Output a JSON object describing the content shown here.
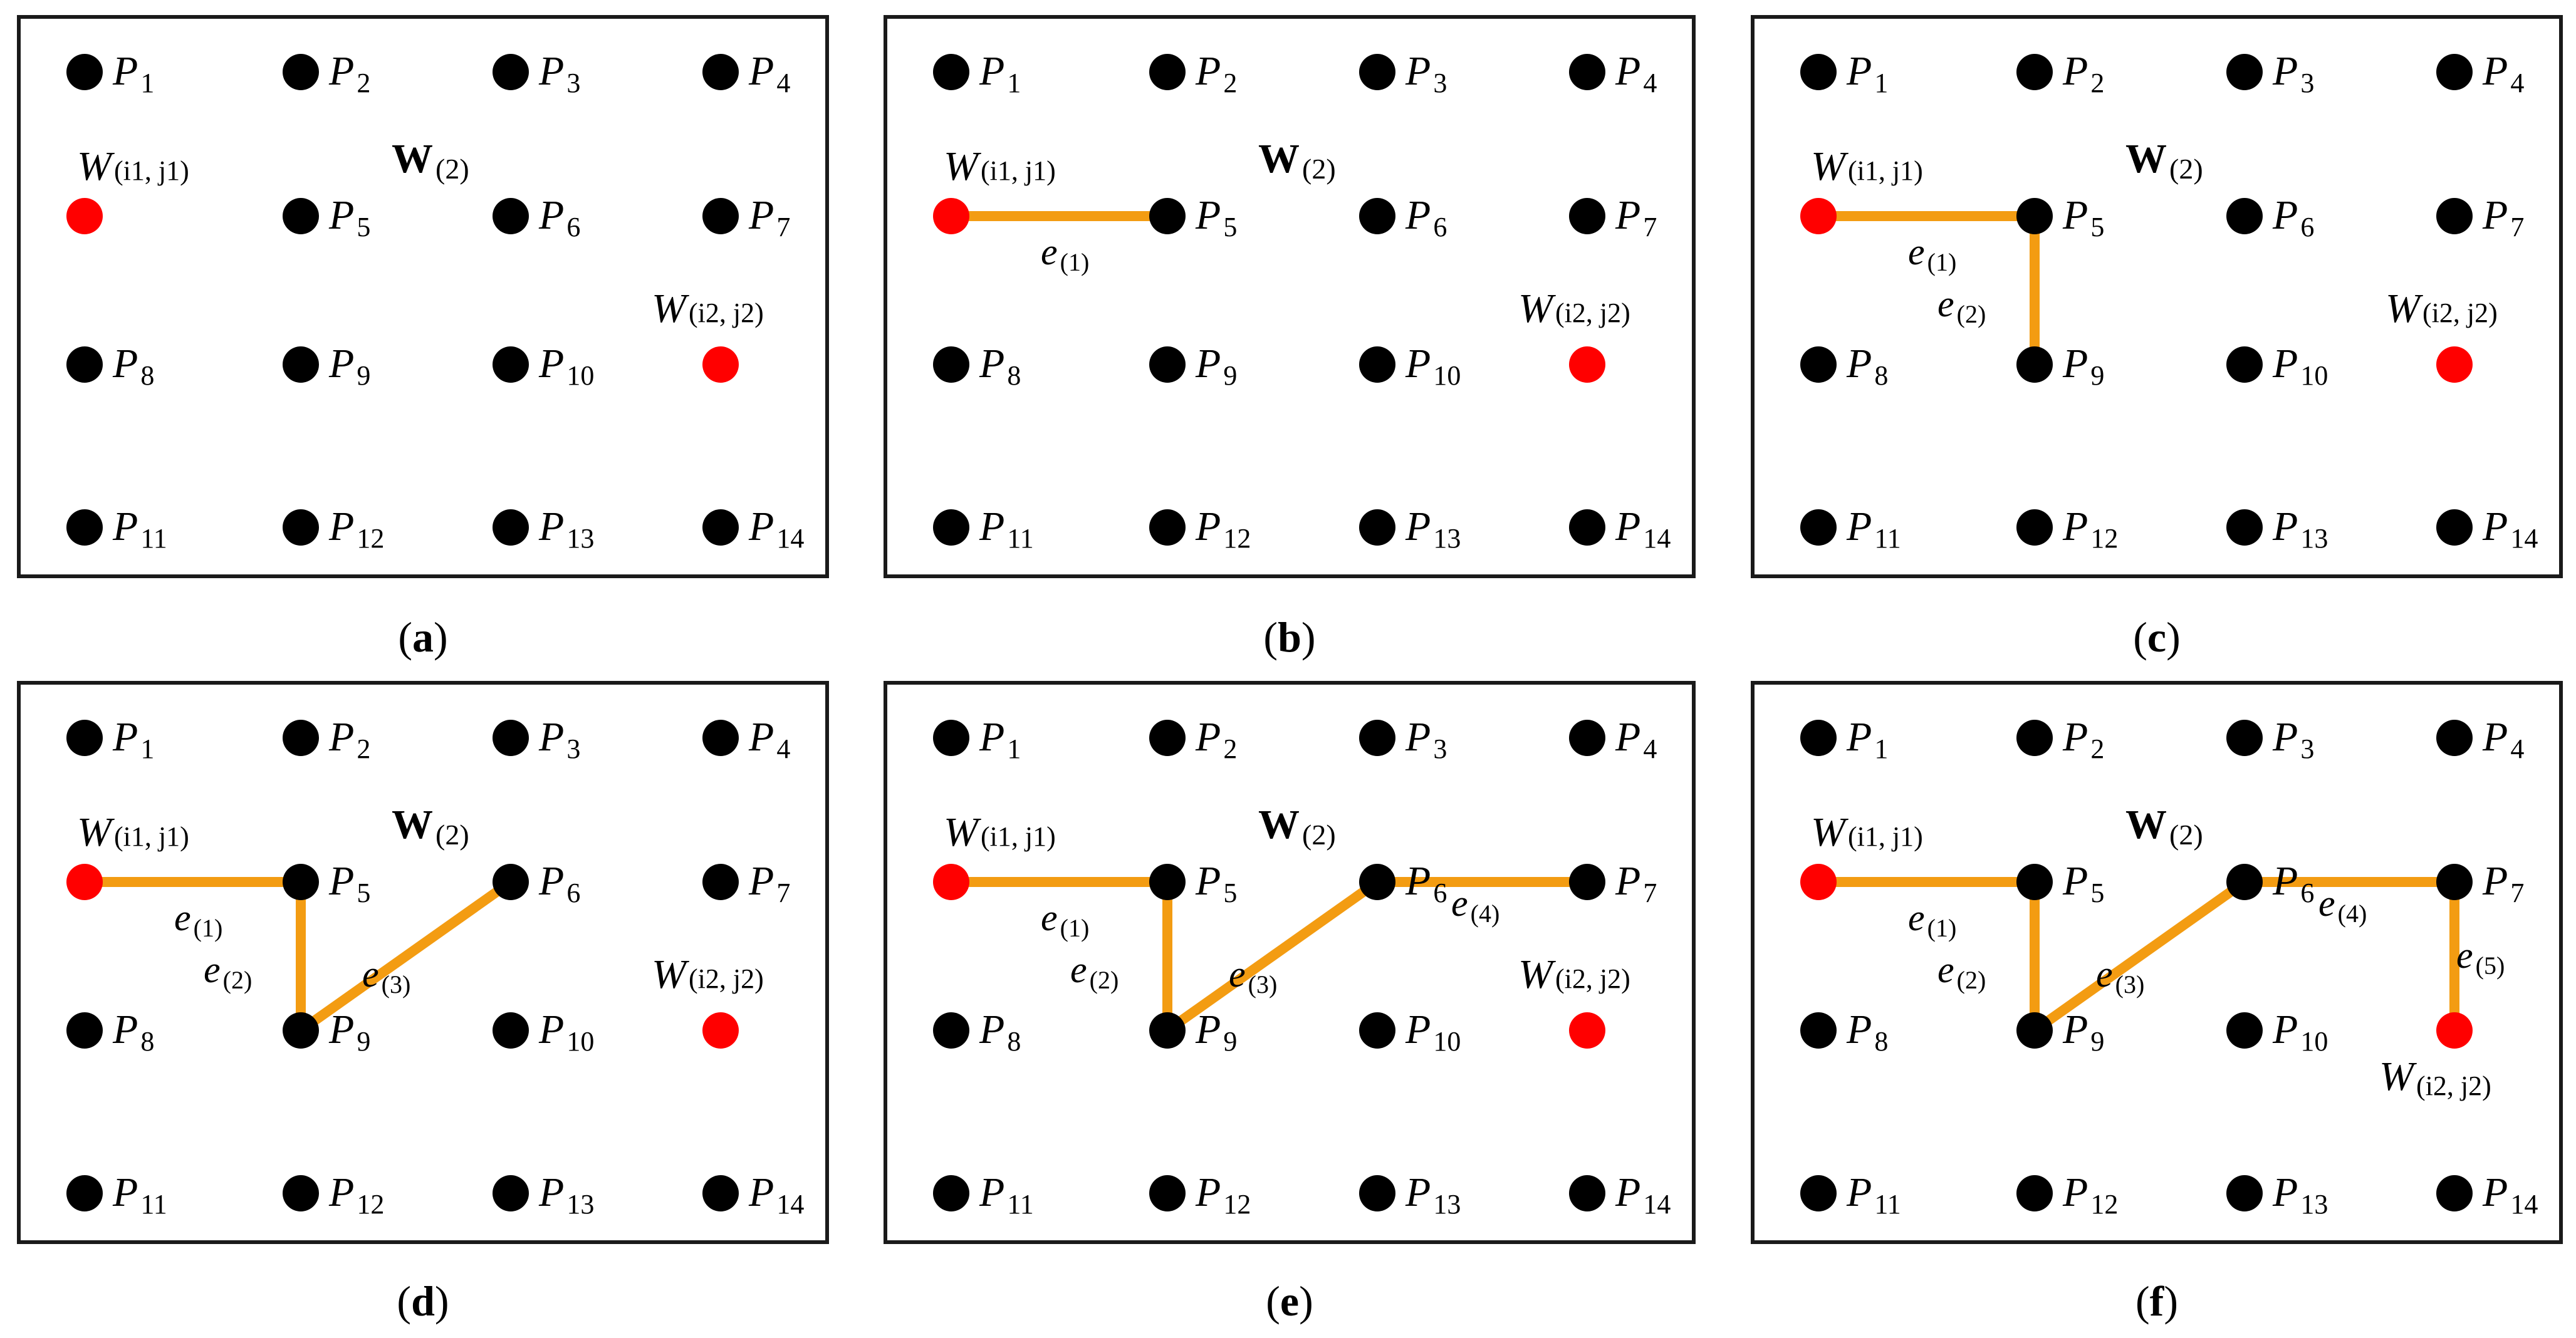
{
  "colors": {
    "node": "#000000",
    "endpoint": "#ff0000",
    "edge": "#f39c12",
    "frame": "#1a1a1a"
  },
  "window_label": {
    "main": "W",
    "sub": "(2)"
  },
  "node_labels": [
    {
      "id": "P1",
      "main": "P",
      "sub": "1"
    },
    {
      "id": "P2",
      "main": "P",
      "sub": "2"
    },
    {
      "id": "P3",
      "main": "P",
      "sub": "3"
    },
    {
      "id": "P4",
      "main": "P",
      "sub": "4"
    },
    {
      "id": "P5",
      "main": "P",
      "sub": "5"
    },
    {
      "id": "P6",
      "main": "P",
      "sub": "6"
    },
    {
      "id": "P7",
      "main": "P",
      "sub": "7"
    },
    {
      "id": "P8",
      "main": "P",
      "sub": "8"
    },
    {
      "id": "P9",
      "main": "P",
      "sub": "9"
    },
    {
      "id": "P10",
      "main": "P",
      "sub": "10"
    },
    {
      "id": "P11",
      "main": "P",
      "sub": "11"
    },
    {
      "id": "P12",
      "main": "P",
      "sub": "12"
    },
    {
      "id": "P13",
      "main": "P",
      "sub": "13"
    },
    {
      "id": "P14",
      "main": "P",
      "sub": "14"
    }
  ],
  "endpoints": {
    "start": {
      "main": "W",
      "sub": "(i1, j1)"
    },
    "end": {
      "main": "W",
      "sub": "(i2, j2)"
    }
  },
  "edges": [
    {
      "id": "e1",
      "main": "e",
      "sub": "(1)",
      "from": "W1",
      "to": "P5"
    },
    {
      "id": "e2",
      "main": "e",
      "sub": "(2)",
      "from": "P5",
      "to": "P9"
    },
    {
      "id": "e3",
      "main": "e",
      "sub": "(3)",
      "from": "P9",
      "to": "P6"
    },
    {
      "id": "e4",
      "main": "e",
      "sub": "(4)",
      "from": "P6",
      "to": "P7"
    },
    {
      "id": "e5",
      "main": "e",
      "sub": "(5)",
      "from": "P7",
      "to": "W2"
    }
  ],
  "panels": [
    {
      "letter": "a",
      "edge_count": 0
    },
    {
      "letter": "b",
      "edge_count": 1
    },
    {
      "letter": "c",
      "edge_count": 2
    },
    {
      "letter": "d",
      "edge_count": 3
    },
    {
      "letter": "e",
      "edge_count": 4
    },
    {
      "letter": "f",
      "edge_count": 5
    }
  ]
}
